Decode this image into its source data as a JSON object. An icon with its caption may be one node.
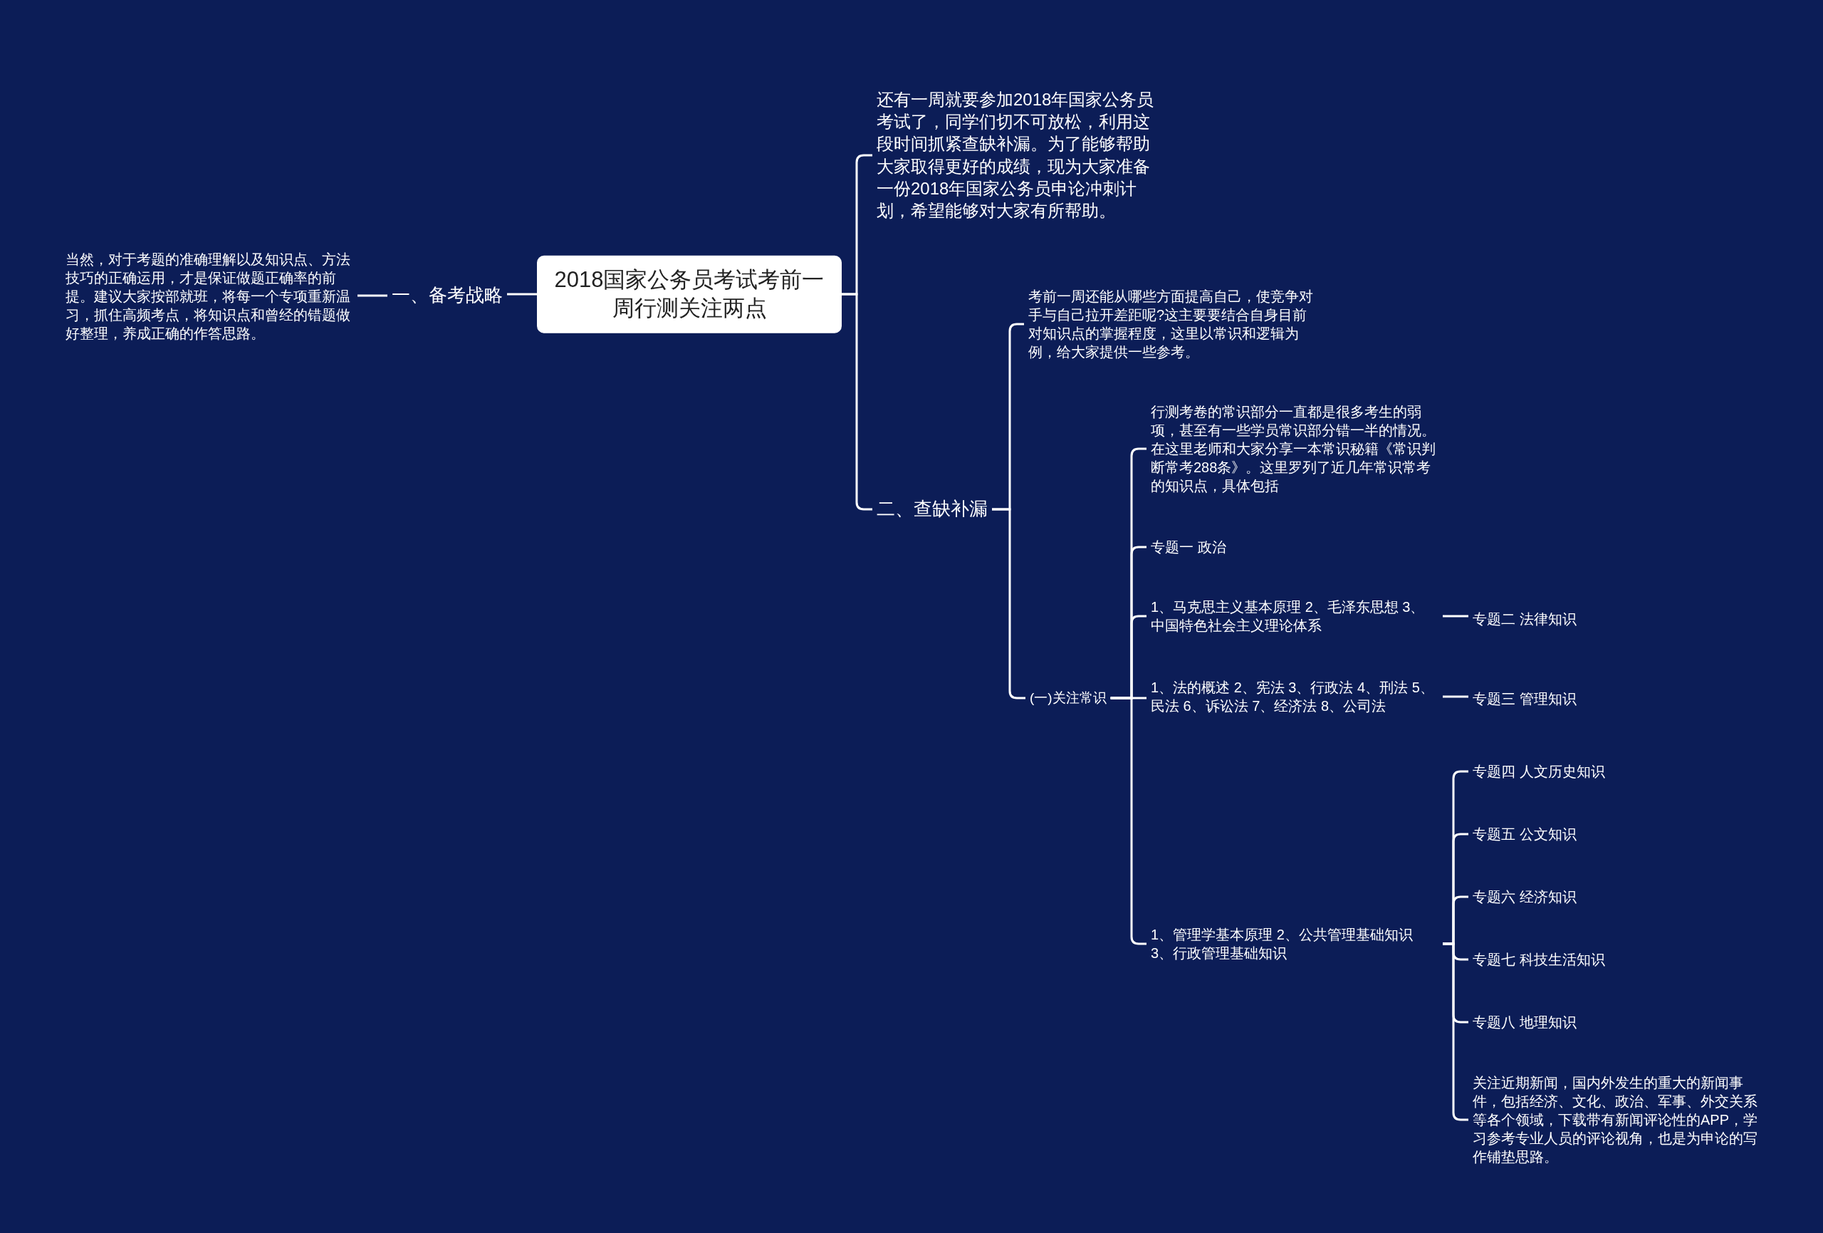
{
  "diagram": {
    "nodes": [
      {
        "text": [
          "2018国家公务员考试考前一周行测关注两点"
        ]
      },
      {
        "text": [
          "一、备考战略"
        ]
      },
      {
        "text": [
          "当然，对于考题的准确理解以及知识点、方法技巧的正确运用，才是保证做题正确率的前提。建议大家按部就班，将每一个专项重新温习，抓住高频考点，将知识点和曾经的错题做好整理，养成正确的作答思路。"
        ]
      },
      {
        "text": [
          "还有一周就要参加2018年国家公务员考试了，同学们切不可放松，利用这段时间抓紧查缺补漏。为了能够帮助大家取得更好的成绩，现为大家准备一份2018年国家公务员申论冲刺计划，希望能够对大家有所帮助。"
        ]
      },
      {
        "text": [
          "二、查缺补漏"
        ]
      },
      {
        "text": [
          "考前一周还能从哪些方面提高自己，使竞争对手与自己拉开差距呢?这主要要结合自身目前对知识点的掌握程度，这里以常识和逻辑为例，给大家提供一些参考。"
        ]
      },
      {
        "text": [
          "(一)关注常识"
        ]
      },
      {
        "text": [
          "行测考卷的常识部分一直都是很多考生的弱项，甚至有一些学员常识部分错一半的情况。在这里老师和大家分享一本常识秘籍《常识判断常考288条》。这里罗列了近几年常识常考的知识点，具体包括"
        ]
      },
      {
        "text": [
          "专题一 政治"
        ]
      },
      {
        "text": [
          "1、马克思主义基本原理 2、毛泽东思想 3、中国特色社会主义理论体系"
        ]
      },
      {
        "text": [
          "1、法的概述 2、宪法 3、行政法 4、刑法 5、民法 6、诉讼法 7、经济法 8、公司法"
        ]
      },
      {
        "text": [
          "1、管理学基本原理 2、公共管理基础知识 3、行政管理基础知识"
        ]
      },
      {
        "text": [
          "专题二 法律知识"
        ]
      },
      {
        "text": [
          "专题三 管理知识"
        ]
      },
      {
        "text": [
          "专题四 人文历史知识"
        ]
      },
      {
        "text": [
          "专题五 公文知识"
        ]
      },
      {
        "text": [
          "专题六 经济知识"
        ]
      },
      {
        "text": [
          "专题七 科技生活知识"
        ]
      },
      {
        "text": [
          "专题八 地理知识"
        ]
      },
      {
        "text": [
          "关注近期新闻，国内外发生的重大的新闻事件，包括经济、文化、政治、军事、外交关系等各个领域，下载带有新闻评论性的APP，学习参考专业人员的评论视角，也是为申论的写作铺垫思路。"
        ]
      }
    ],
    "edges": [
      {
        "from": 0,
        "to": 1,
        "arrow": "none"
      },
      {
        "from": 1,
        "to": 2,
        "arrow": "none"
      },
      {
        "from": 0,
        "to": 3,
        "arrow": "none"
      },
      {
        "from": 0,
        "to": 4,
        "arrow": "none"
      },
      {
        "from": 4,
        "to": 5,
        "arrow": "none"
      },
      {
        "from": 4,
        "to": 6,
        "arrow": "none"
      },
      {
        "from": 6,
        "to": 7,
        "arrow": "none"
      },
      {
        "from": 6,
        "to": 8,
        "arrow": "none"
      },
      {
        "from": 6,
        "to": 9,
        "arrow": "none"
      },
      {
        "from": 6,
        "to": 10,
        "arrow": "none"
      },
      {
        "from": 6,
        "to": 11,
        "arrow": "none"
      },
      {
        "from": 9,
        "to": 12,
        "arrow": "none"
      },
      {
        "from": 10,
        "to": 13,
        "arrow": "none"
      },
      {
        "from": 11,
        "to": 14,
        "arrow": "none"
      },
      {
        "from": 11,
        "to": 15,
        "arrow": "none"
      },
      {
        "from": 11,
        "to": 16,
        "arrow": "none"
      },
      {
        "from": 11,
        "to": 17,
        "arrow": "none"
      },
      {
        "from": 11,
        "to": 18,
        "arrow": "none"
      },
      {
        "from": 11,
        "to": 19,
        "arrow": "none"
      }
    ]
  }
}
